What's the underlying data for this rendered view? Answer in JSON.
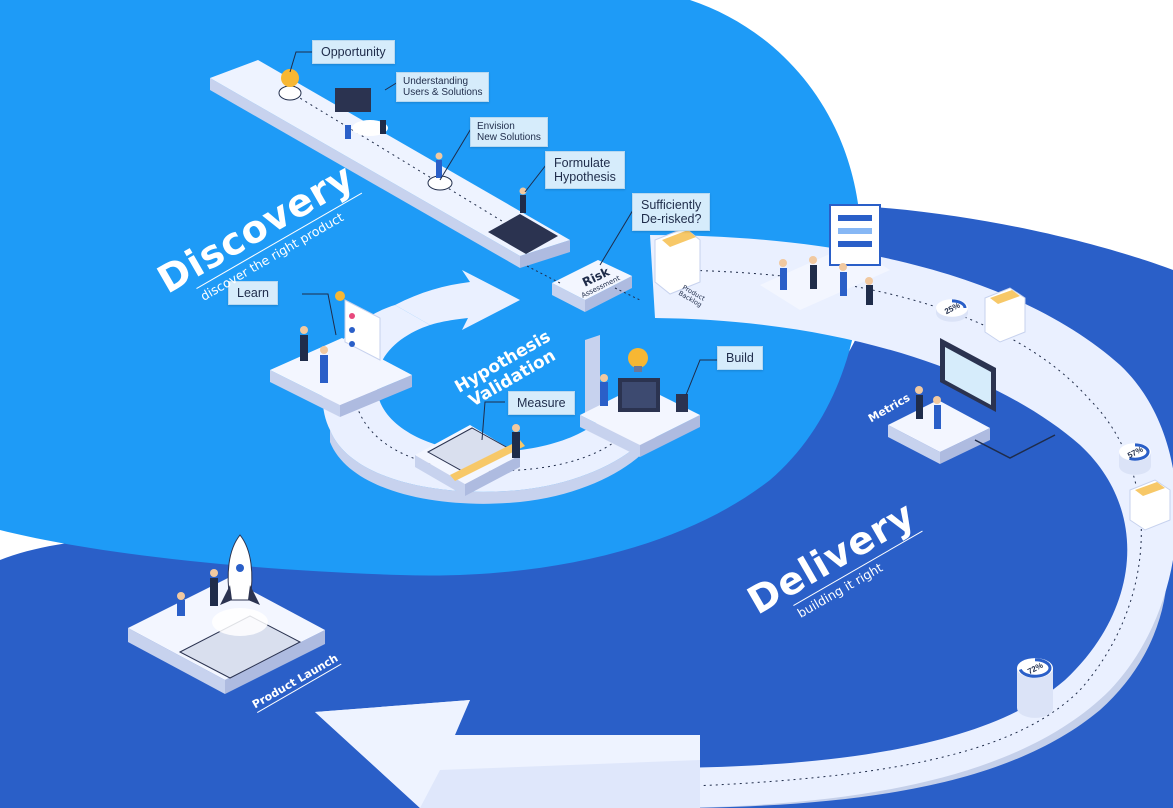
{
  "discovery": {
    "title": "Discovery",
    "subtitle": "discover the right product"
  },
  "delivery": {
    "title": "Delivery",
    "subtitle": "building it right"
  },
  "loop": {
    "title_line1": "Hypothesis",
    "title_line2": "Validation"
  },
  "labels": {
    "opportunity": "Opportunity",
    "understanding_line1": "Understanding",
    "understanding_line2": "Users & Solutions",
    "envision_line1": "Envision",
    "envision_line2": "New Solutions",
    "formulate_line1": "Formulate",
    "formulate_line2": "Hypothesis",
    "derisked_line1": "Sufficiently",
    "derisked_line2": "De-risked?",
    "learn": "Learn",
    "measure": "Measure",
    "build": "Build"
  },
  "risk": {
    "title": "Risk",
    "subtitle": "Assessment"
  },
  "product_backlog": {
    "line1": "Product",
    "line2": "Backlog"
  },
  "metrics": "Metrics",
  "product_launch": "Product Launch",
  "progress": [
    {
      "value": 25,
      "text": "25%"
    },
    {
      "value": 57,
      "text": "57%"
    },
    {
      "value": 72,
      "text": "72%"
    }
  ],
  "colors": {
    "discovery_blue": "#1e9bf7",
    "delivery_blue": "#2a5fc8",
    "platform": "#e9efff",
    "label_bg": "#d6ecfb",
    "bulb": "#f7b733"
  }
}
